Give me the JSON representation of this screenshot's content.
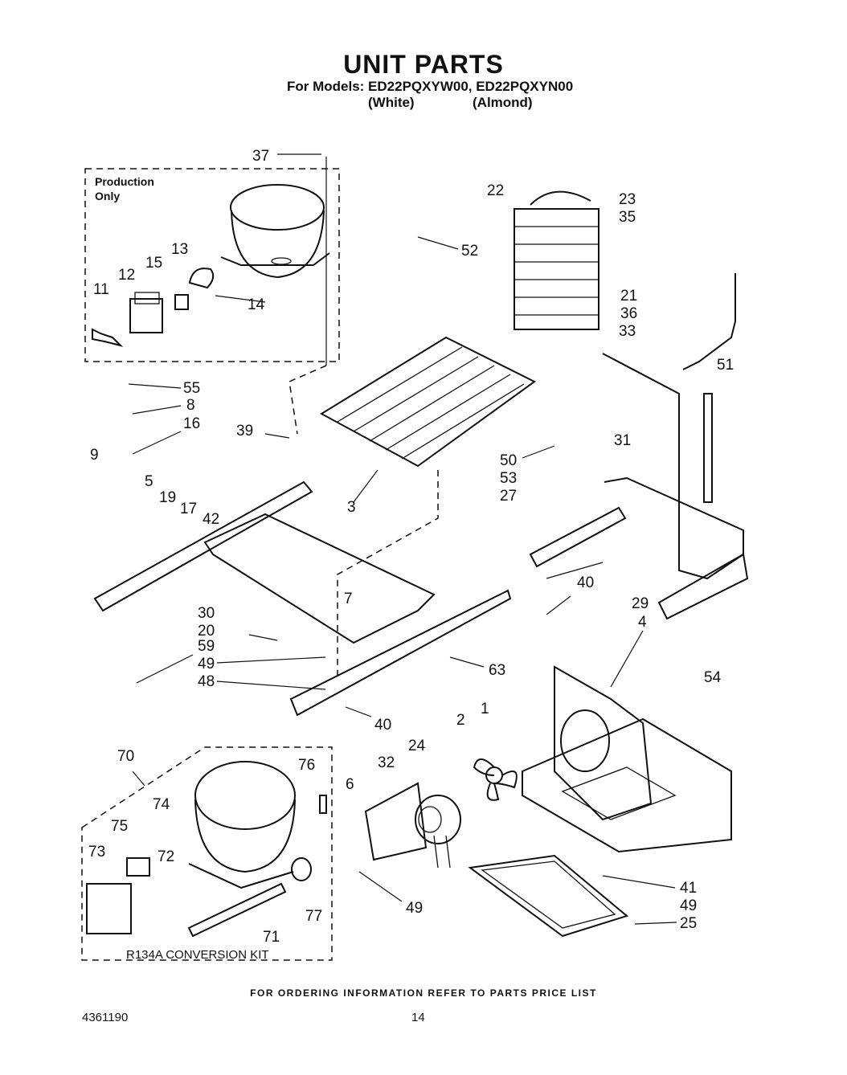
{
  "header": {
    "title": "UNIT PARTS",
    "models_line": "For Models: ED22PQXYW00, ED22PQXYN00",
    "color_white": "(White)",
    "color_almond": "(Almond)"
  },
  "boxes": {
    "production_label_1": "Production",
    "production_label_2": "Only",
    "kit_label": "R134A  CONVERSION  KIT"
  },
  "callouts": {
    "c37": "37",
    "c13": "13",
    "c15": "15",
    "c12": "12",
    "c11": "11",
    "c14": "14",
    "c22": "22",
    "c23": "23",
    "c35": "35",
    "c21": "21",
    "c36": "36",
    "c33": "33",
    "c52": "52",
    "c55": "55",
    "c8": "8",
    "c16": "16",
    "c9": "9",
    "c39": "39",
    "c51": "51",
    "c31": "31",
    "c50": "50",
    "c53": "53",
    "c27": "27",
    "c5": "5",
    "c19": "19",
    "c17": "17",
    "c42": "42",
    "c3": "3",
    "c7": "7",
    "c40a": "40",
    "c29": "29",
    "c30": "30",
    "c20": "20",
    "c59": "59",
    "c49a": "49",
    "c48": "48",
    "c63": "63",
    "c4": "4",
    "c54": "54",
    "c40b": "40",
    "c70": "70",
    "c74": "74",
    "c76": "76",
    "c75": "75",
    "c73": "73",
    "c72": "72",
    "c71": "71",
    "c77": "77",
    "c6": "6",
    "c32": "32",
    "c24": "24",
    "c2": "2",
    "c1": "1",
    "c49b": "49",
    "c41": "41",
    "c49c": "49",
    "c25": "25"
  },
  "footer": {
    "ordering_note": "FOR ORDERING INFORMATION REFER TO PARTS PRICE LIST",
    "document_number": "4361190",
    "page_number": "14"
  }
}
